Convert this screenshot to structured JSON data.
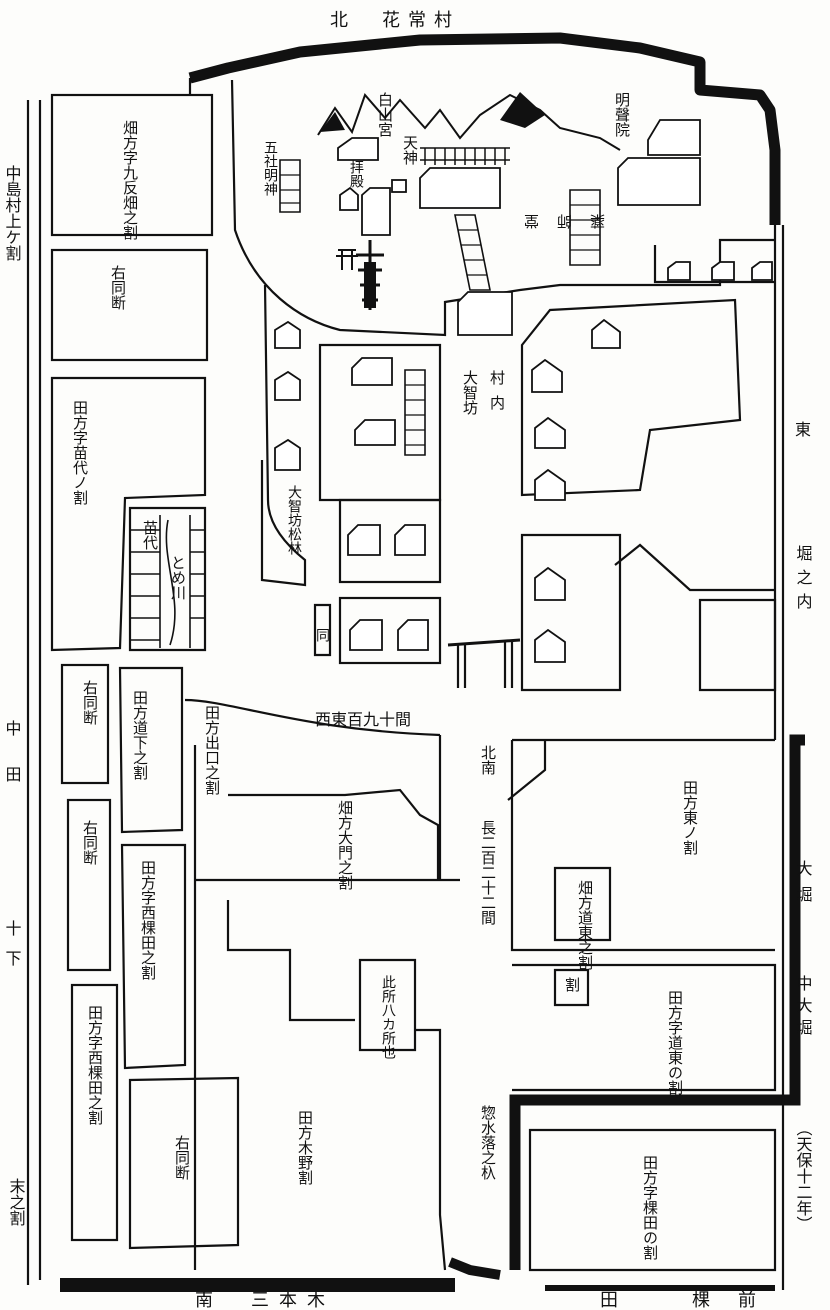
{
  "compass": {
    "north": "北　花常村",
    "south": "南　三本木",
    "south_east": "田　棵前",
    "west_upper": "中島村上ケ割",
    "west_mid": "中田",
    "west_low": "十下",
    "west_bottom": "末之割",
    "east_upper": "東",
    "east_horinouchi": "堀之内",
    "east_ohori": "大堀",
    "east_nakaohori": "中大堀",
    "east_date": "（天保十二年）"
  },
  "labels": {
    "myoon_in": "明聲院",
    "hakusan_gu": "白山宮",
    "tenjin": "天神",
    "haiden": "拝殿",
    "gosha_myojin": "五社明神",
    "yakushi_do": "薬師堂",
    "sonnai": "村内",
    "daichibo": "大智坊",
    "daichibo_matsubayashi": "大智坊松林",
    "dou": "同",
    "nawashiro": "苗代",
    "tome_kawa": "とめ川",
    "road_ew": "西東百九十間",
    "road_ns_head": "北南",
    "road_ns": "長二百二十二間",
    "kuwarabata": "畑方字九反畑之割",
    "nawashiro_no_wari": "田方字苗代ノ割",
    "michishita": "田方道下之割",
    "deguchi": "田方出口之割",
    "omon": "畑方大門之割",
    "higashi_no_wari": "田方東ノ割",
    "michihigashi": "畑方道東之割",
    "wari": "割",
    "michihigashi_den": "田方字道東の割",
    "nishi_kuwada": "田方字西棵田之割",
    "nishi_kuwada2": "田方字西棵田之割",
    "kuwada": "田方字棵田の割",
    "kino": "田方木野割",
    "kono_tokoro": "此所八カ所也",
    "akusui": "惣水落之杁",
    "dodan": "右同断"
  }
}
